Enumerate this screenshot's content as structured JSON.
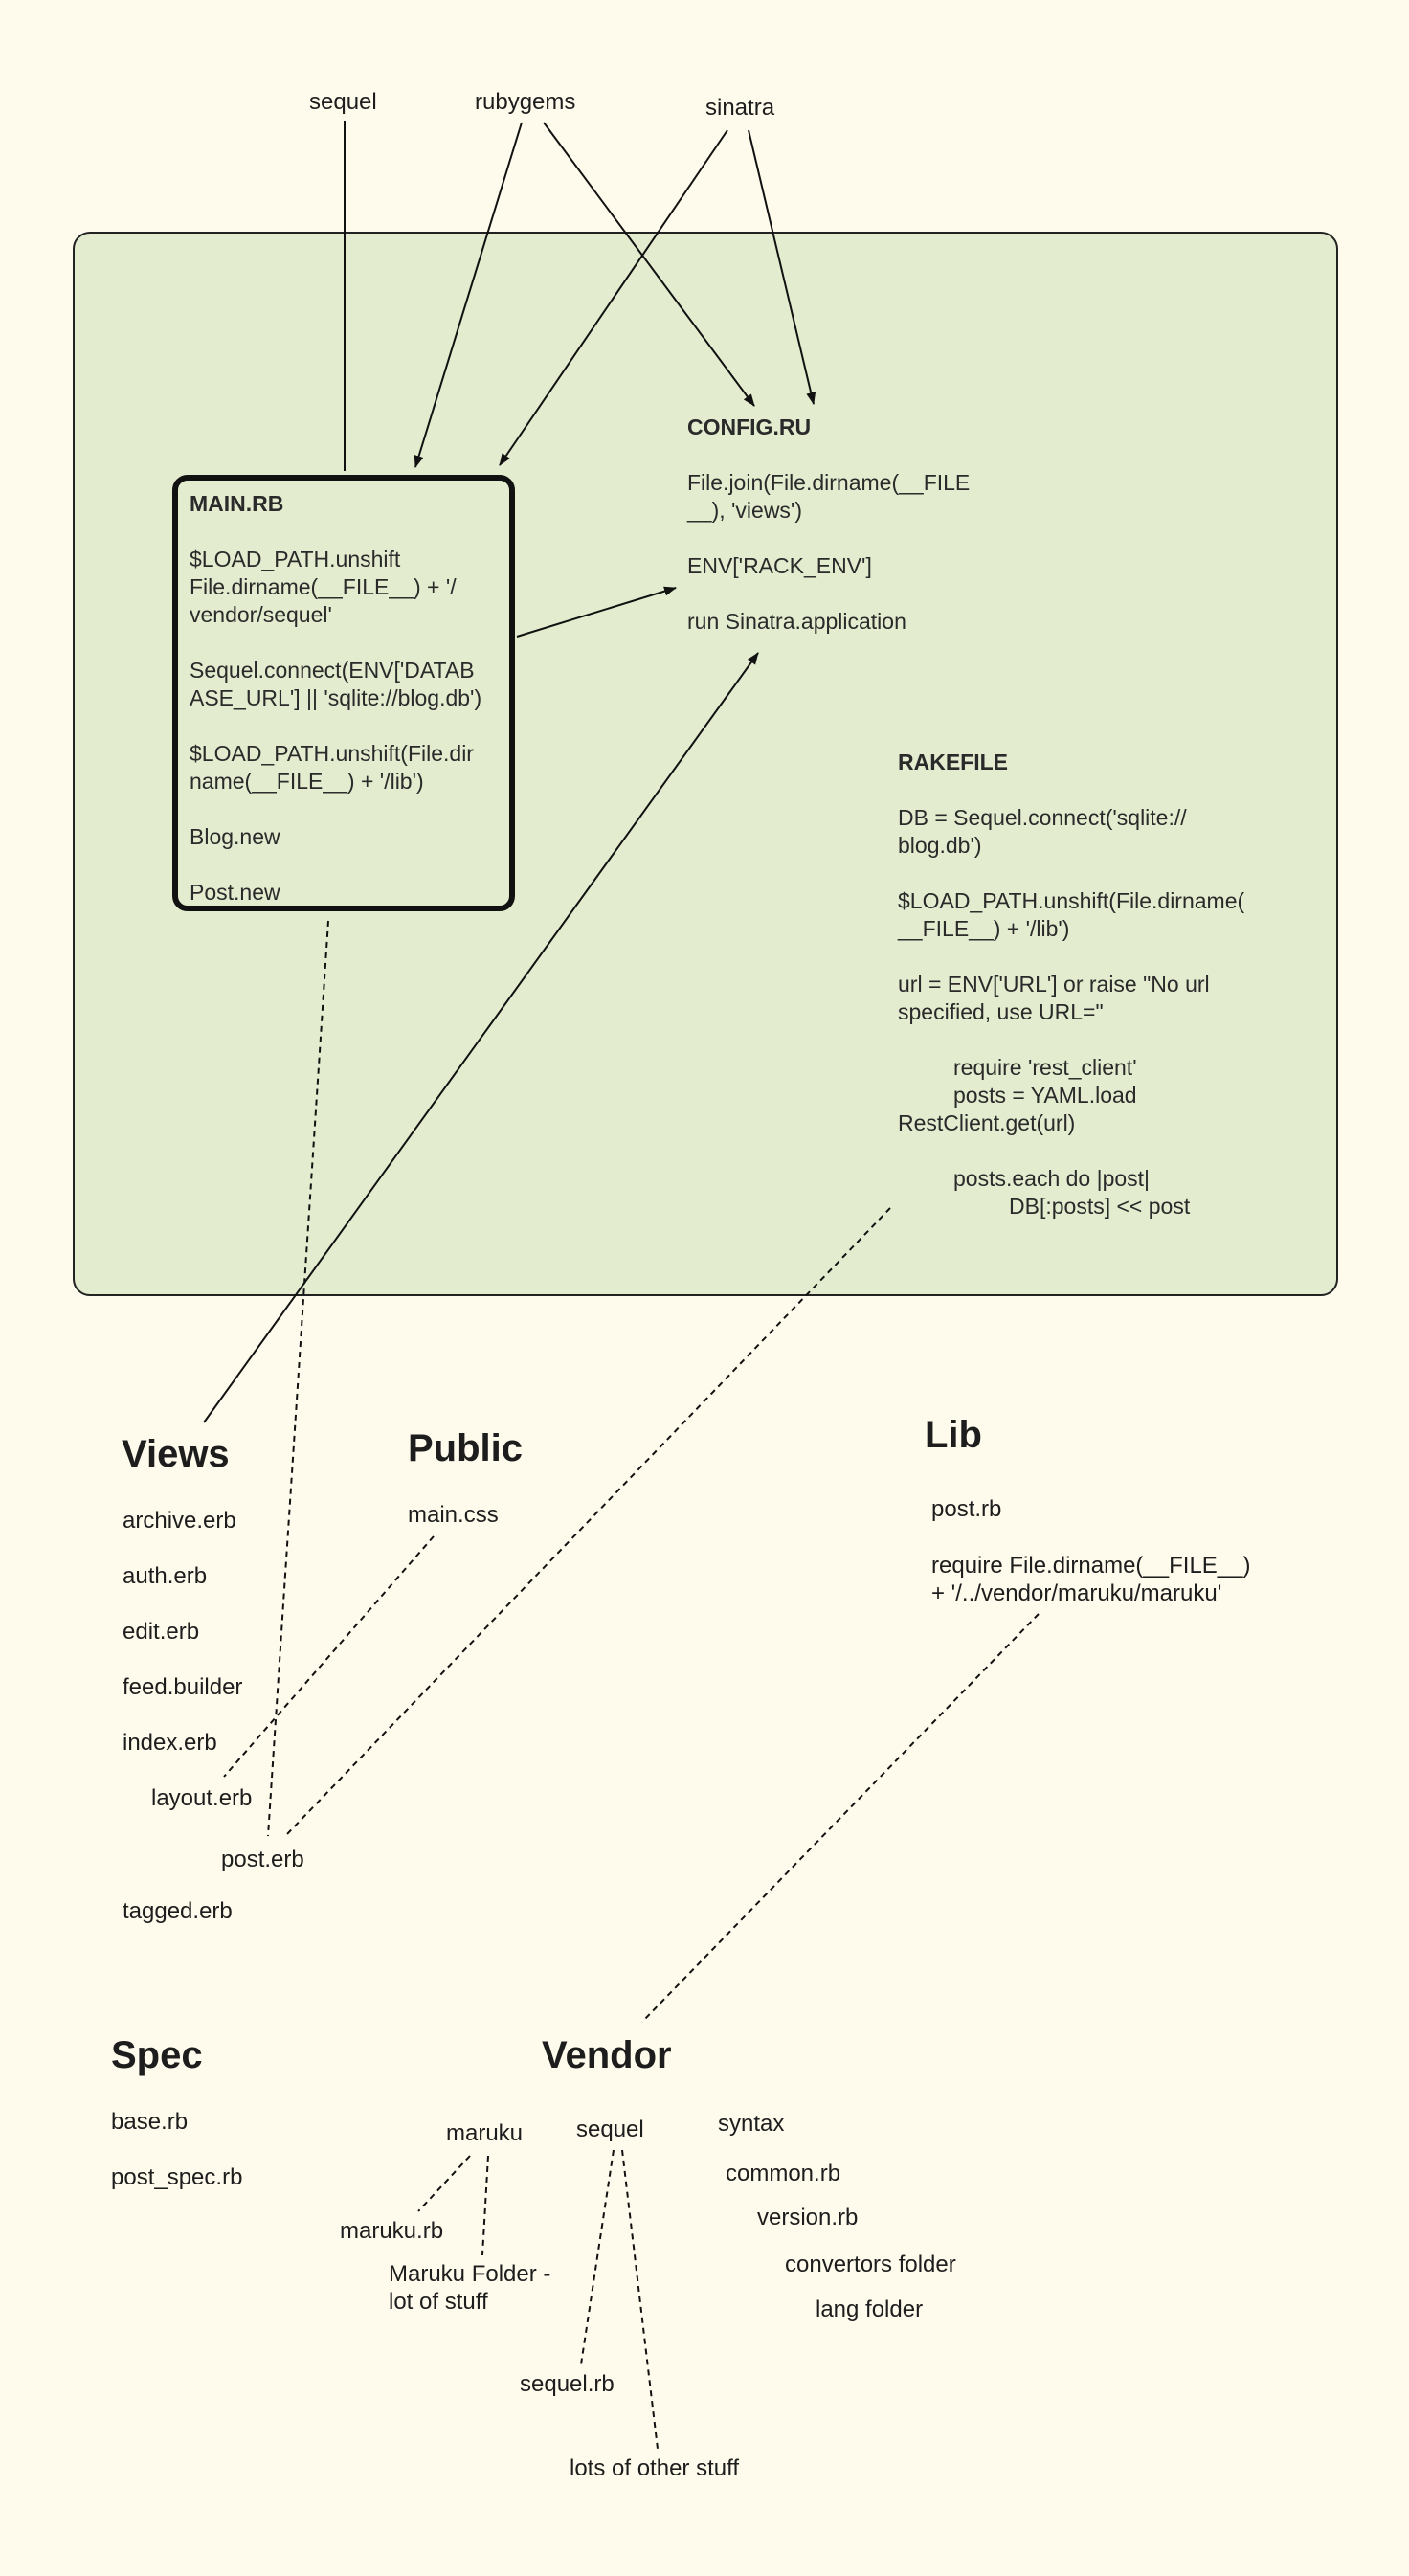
{
  "gems": {
    "sequel": "sequel",
    "rubygems": "rubygems",
    "sinatra": "sinatra"
  },
  "main_rb": {
    "title": "MAIN.RB",
    "line1a": "$LOAD_PATH",
    "line1b": ".unshift",
    "line1c": "File.dirname(__FILE__) + '/",
    "line1d": "vendor/sequel'",
    "line2a": "Sequel.connect(ENV['DATAB",
    "line2b": "ASE_URL'] || 'sqlite://blog.db')",
    "line3a": "$LOAD_PATH.unshift(File.dir",
    "line3b": "name(__FILE__) + '/lib')",
    "line4": "Blog.new",
    "line5": "Post.new"
  },
  "config_ru": {
    "title": "CONFIG.RU",
    "line1a": "File.join(File.dirname(__FILE",
    "line1b": "__), 'views')",
    "line2": "ENV['RACK_ENV']",
    "line3": "run Sinatra.application"
  },
  "rakefile": {
    "title": "RAKEFILE",
    "line1a": "DB = Sequel.connect('sqlite://",
    "line1b": "blog.db')",
    "line2a": "$LOAD_PATH.unshift(File.dirname(",
    "line2b": "__FILE__) + '/lib')",
    "line3a": "url = ENV['URL'] or raise \"No url",
    "line3b": "specified, use URL=\"",
    "line4a": "require 'rest_client'",
    "line4b": "posts = YAML.load",
    "line4c": "RestClient.get(url)",
    "line5a": "posts.each do |post|",
    "line5b": "DB[:posts] << post"
  },
  "views": {
    "title": "Views",
    "files": [
      "archive.erb",
      "auth.erb",
      "edit.erb",
      "feed.builder",
      "index.erb",
      "layout.erb",
      "post.erb",
      "tagged.erb"
    ]
  },
  "public": {
    "title": "Public",
    "files": [
      "main.css"
    ]
  },
  "lib": {
    "title": "Lib",
    "file1": "post.rb",
    "require_a": "require File.dirname(__FILE__)",
    "require_b": "+ '/../vendor/maruku/maruku'"
  },
  "spec": {
    "title": "Spec",
    "files": [
      "base.rb",
      "post_spec.rb"
    ]
  },
  "vendor": {
    "title": "Vendor",
    "maruku": "maruku",
    "maruku_rb": "maruku.rb",
    "maruku_folder_a": "Maruku Folder -",
    "maruku_folder_b": "lot of stuff",
    "sequel": "sequel",
    "sequel_rb": "sequel.rb",
    "sequel_other": "lots of other stuff",
    "syntax": "syntax",
    "common_rb": "common.rb",
    "version_rb": "version.rb",
    "convertors": "convertors folder",
    "lang": "lang folder"
  }
}
